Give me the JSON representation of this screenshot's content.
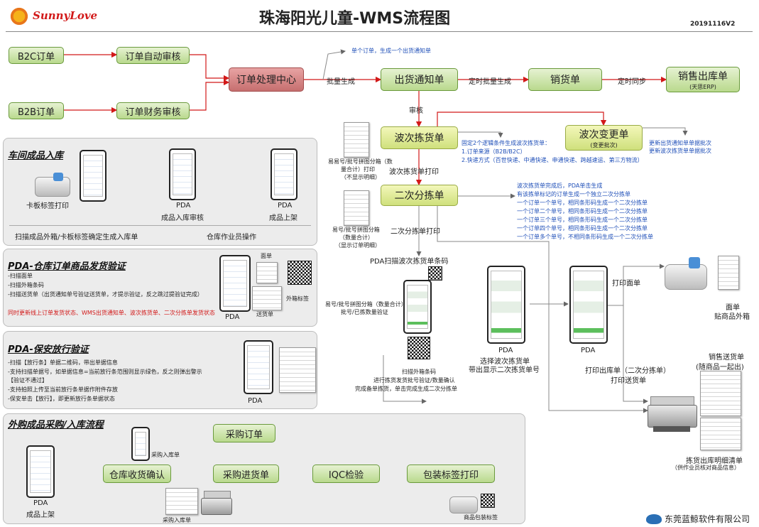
{
  "header": {
    "logo_text": "SunnyLove",
    "title": "珠海阳光儿童-WMS流程图",
    "version": "20191116V2"
  },
  "nodes": {
    "b2c": "B2C订单",
    "auto_audit": "订单自动审核",
    "b2b": "B2B订单",
    "finance_audit": "订单财务审核",
    "center": "订单处理中心",
    "notice": "出货通知单",
    "sales": "销货单",
    "out": "销售出库单",
    "out_sub": "(天思ERP)",
    "wave": "波次拣货单",
    "wave_change": "波次变更单",
    "wave_change_sub": "(变更批次)",
    "second": "二次分拣单"
  },
  "labels": {
    "batch_gen": "批量生成",
    "timed_batch": "定时批量生成",
    "timed_sync": "定时同步",
    "audit": "审核",
    "single": "单个订单，生成一个出货通知单",
    "wave_rule_title": "固定2个逻辑条件生成波次拣货单：",
    "wave_rule_1": "1.订单来源（B2B/B2C）",
    "wave_rule_2": "2.快递方式（百世快递、中通快递、申通快递、跨越速运、第三方物流）",
    "change_1": "更新出货通知单单据批次",
    "change_2": "更新波次拣货单单据批次",
    "wave_print": "波次拣货单打印",
    "wave_doc_1": "易易号/批号拼图分箱（数",
    "wave_doc_2": "量合计）打印",
    "wave_doc_3": "（不显示明细）",
    "second_print": "二次分拣单打印",
    "second_doc_1": "易号/批号拼图分箱",
    "second_doc_2": "（数量合计）",
    "second_doc_3": "（显示订单明细）",
    "second_rule_1": "波次拣货单完成后，PDA单击生成",
    "second_rule_2": "有该拣单标记的订单生成一个独立二次分拣单",
    "second_rule_3": "一个订单一个单号，相同条形码生成一个二次分拣单",
    "second_rule_4": "一个订单二个单号，相同条形码生成一个二次分拣单",
    "second_rule_5": "一个订单三个单号，相同条形码生成一个二次分拣单",
    "second_rule_6": "一个订单四个单号，相同条形码生成一个二次分拣单",
    "second_rule_7": "一个订单多个单号，不相同条形码生成一个二次分拣单",
    "pda_scan": "PDA扫描波次拣货单条码",
    "scan_doc_1": "易号/批号拼图分箱（数量合计）",
    "scan_doc_2": "批号/已拣数量验证",
    "scan_outer": "扫描外箱条码",
    "scan_verify": "进行拣货发货批号验证/数量确认",
    "scan_done": "完成备单拣货，单击完成生成二次分拣单",
    "pda_mid": "PDA",
    "pda_mid_1": "选择波次拣货单",
    "pda_mid_2": "带出显示二次拣货单号",
    "pda_right": "PDA",
    "print_face": "打印面单",
    "face": "面单",
    "face_sub": "贴商品外箱",
    "print_out_1": "打印出库单（二次分拣单）",
    "print_out_2": "打印送货单",
    "delivery_1": "销售送货单",
    "delivery_2": "(随商品一起出)",
    "out_detail_1": "拣货出库明细清单",
    "out_detail_2": "（供作业员核对商品信息）",
    "company": "东莞蓝鲸软件有限公司"
  },
  "panel1": {
    "title": "车间成品入库",
    "printer": "卡板标签打印",
    "pda1": "PDA",
    "pda1_sub": "成品入库审核",
    "pda2": "PDA",
    "pda2_sub": "成品上架",
    "foot1": "扫描成品外箱/卡板标签确定生成入库单",
    "foot2": "仓库作业员操作"
  },
  "panel2": {
    "title": "PDA-仓库订单商品发货验证",
    "l1": "-扫描面单",
    "l2": "-扫描外箱条码",
    "l3": "-扫描送货单（出货通知单号验证送货单，才提示验证，反之跳过提验证完成）",
    "red": "同时更新线上订单发货状态、WMS出货通知单、波次拣货单、二次分拣单发货状态",
    "pda": "PDA",
    "face": "面单",
    "delivery": "送货单",
    "box": "外箱标签"
  },
  "panel3": {
    "title": "PDA-保安放行验证",
    "l1": "-扫描【放行条】单据二维码，带出单据信息",
    "l2": "-支持扫描单据号，如单据信息=当前放行条范围则显示绿色，反之则弹出警示",
    "l3": "【验证不通过】",
    "l4": "-支持拍照上传至当前放行条单据作附件存放",
    "l5": "-保安单击【放行】，即更新放行条单据状态",
    "pda": "PDA"
  },
  "panel4": {
    "title": "外购成品采购/入库流程",
    "purchase_order": "采购订单",
    "receive": "采购进货单",
    "confirm": "仓库收货确认",
    "iqc": "IQC检验",
    "label_print": "包装标签打印",
    "recv_doc": "采购入库单",
    "recv_print": "采购入库单",
    "pda": "PDA",
    "pda_sub": "成品上架",
    "pack": "商品包装标签"
  }
}
